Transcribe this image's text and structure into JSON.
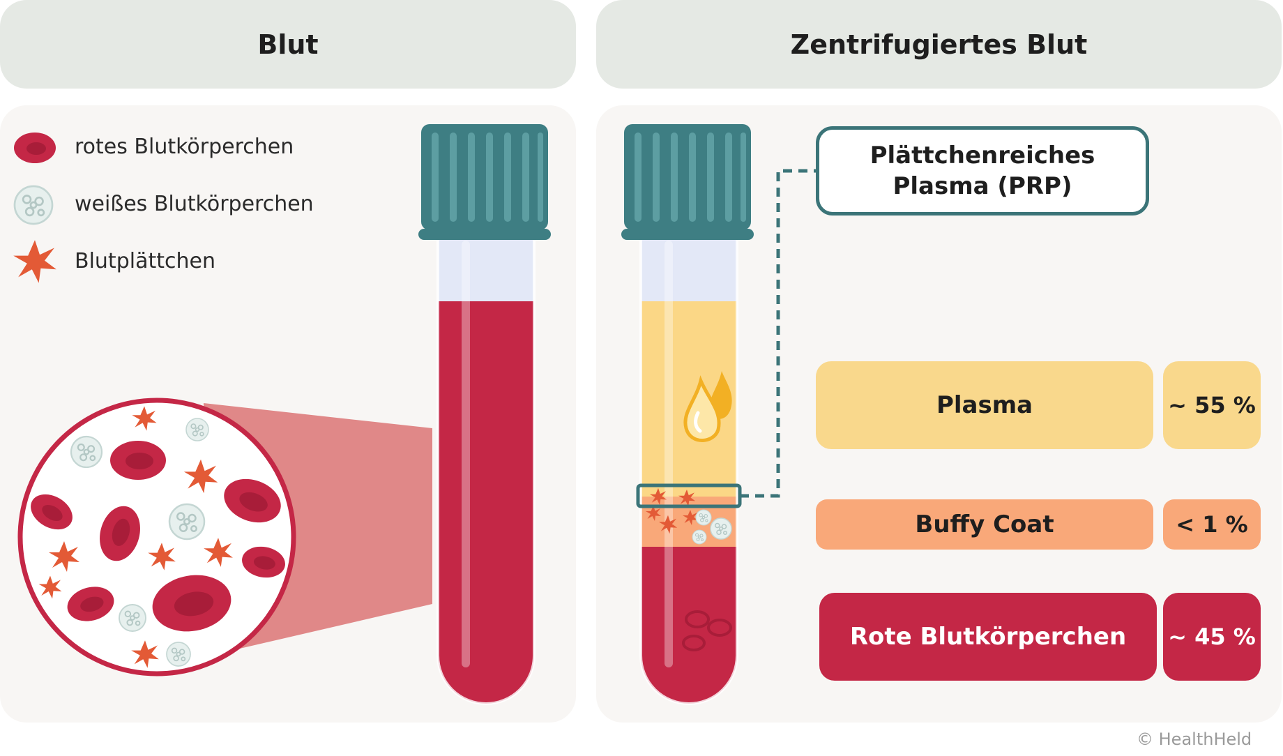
{
  "panels": {
    "left_title": "Blut",
    "right_title": "Zentrifugiertes Blut"
  },
  "legend": {
    "red_cell": "rotes Blutkörperchen",
    "white_cell": "weißes Blutkörperchen",
    "platelet": "Blutplättchen"
  },
  "prp": {
    "line1": "Plättchenreiches",
    "line2": "Plasma (PRP)"
  },
  "layers": [
    {
      "name": "Plasma",
      "percent": "~ 55 %"
    },
    {
      "name": "Buffy Coat",
      "percent": "< 1 %"
    },
    {
      "name": "Rote Blutkörperchen",
      "percent": "~ 45 %"
    }
  ],
  "colors": {
    "blood": "#c42746",
    "plasma": "#f9d88c",
    "buffy": "#f9a879",
    "cap": "#3e7e83",
    "accent": "#3b7478"
  },
  "copyright": "© HealthHeld"
}
